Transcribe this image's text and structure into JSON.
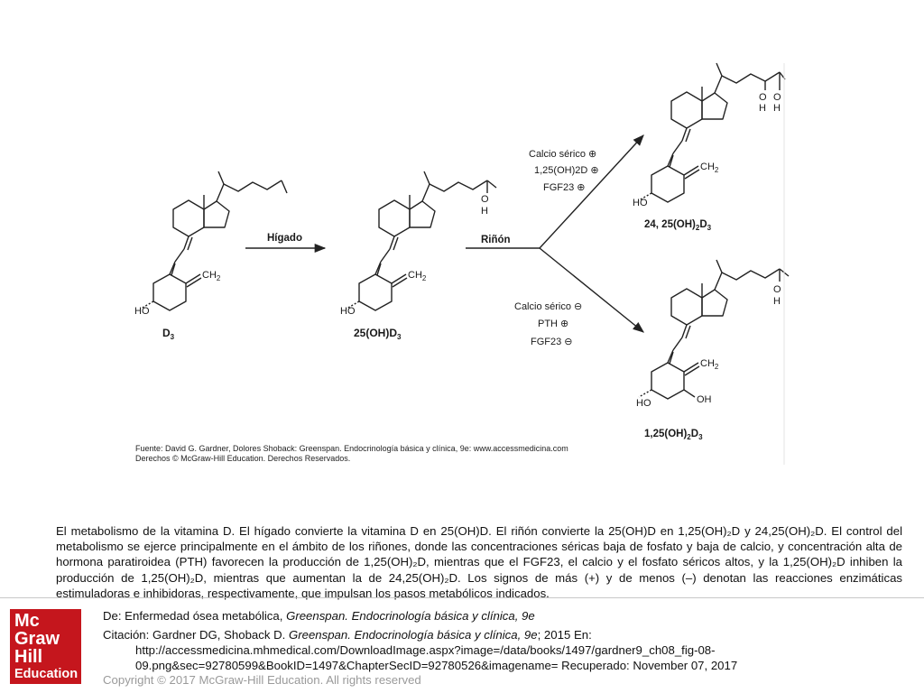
{
  "diagram": {
    "labels": {
      "d3": "D",
      "d3_sub": "3",
      "oh25": "25(OH)D",
      "oh25_sub": "3",
      "product_top": "24, 25(OH)",
      "product_top_sub1": "2",
      "product_top_d": "D",
      "product_top_sub2": "3",
      "product_bottom": "1,25(OH)",
      "product_bottom_sub1": "2",
      "product_bottom_d": "D",
      "product_bottom_sub2": "3",
      "ho": "HO",
      "ch2": "CH",
      "ch2_sub": "2",
      "o": "O",
      "h": "H",
      "oh": "OH"
    },
    "arrows": {
      "liver": "Hígado",
      "kidney": "Riñón"
    },
    "conditions_top": [
      "Calcio sérico ⊕",
      "1,25(OH)2D ⊕",
      "FGF23 ⊕"
    ],
    "conditions_bottom": [
      "Calcio sérico ⊖",
      "PTH ⊕",
      "FGF23 ⊖"
    ],
    "source_line1": "Fuente: David G. Gardner, Dolores Shoback: Greenspan. Endocrinología básica y clínica, 9e: www.accessmedicina.com",
    "source_line2": "Derechos © McGraw-Hill Education. Derechos Reservados."
  },
  "caption": "El metabolismo de la vitamina D. El hígado convierte la vitamina D en 25(OH)D. El riñón convierte la 25(OH)D en 1,25(OH)₂D y 24,25(OH)₂D. El control del metabolismo se ejerce principalmente en el ámbito de los riñones, donde las concentraciones séricas baja de fosfato y baja de calcio, y concentración alta de hormona paratiroidea (PTH) favorecen la producción de 1,25(OH)₂D, mientras que el FGF23, el calcio y el fosfato séricos altos, y la 1,25(OH)₂D inhiben la producción de 1,25(OH)₂D, mientras que aumentan la de 24,25(OH)₂D. Los signos de más (+) y de menos (–) denotan las reacciones enzimáticas estimuladoras e inhibidoras, respectivamente, que impulsan los pasos metabólicos indicados.",
  "logo": {
    "line1": "Mc",
    "line2": "Graw",
    "line3": "Hill",
    "line4": "Education",
    "color": "#c5161d"
  },
  "reference": {
    "de_prefix": "De: Enfermedad ósea metabólica, ",
    "de_book": "Greenspan. Endocrinología básica y clínica, 9e",
    "citacion_prefix": "Citación: Gardner DG, Shoback D",
    "citacion_dot": ". ",
    "citacion_book": "Greenspan. Endocrinología básica y clínica, 9e",
    "citacion_suffix": "; 2015 En:",
    "url_line1": "http://accessmedicina.mhmedical.com/DownloadImage.aspx?image=/data/books/1497/gardner9_ch08_fig-08-",
    "url_line2": "09.png&sec=92780599&BookID=1497&ChapterSecID=92780526&imagename= Recuperado: November 07, 2017"
  },
  "copyright": "Copyright © 2017 McGraw-Hill Education. All rights reserved"
}
